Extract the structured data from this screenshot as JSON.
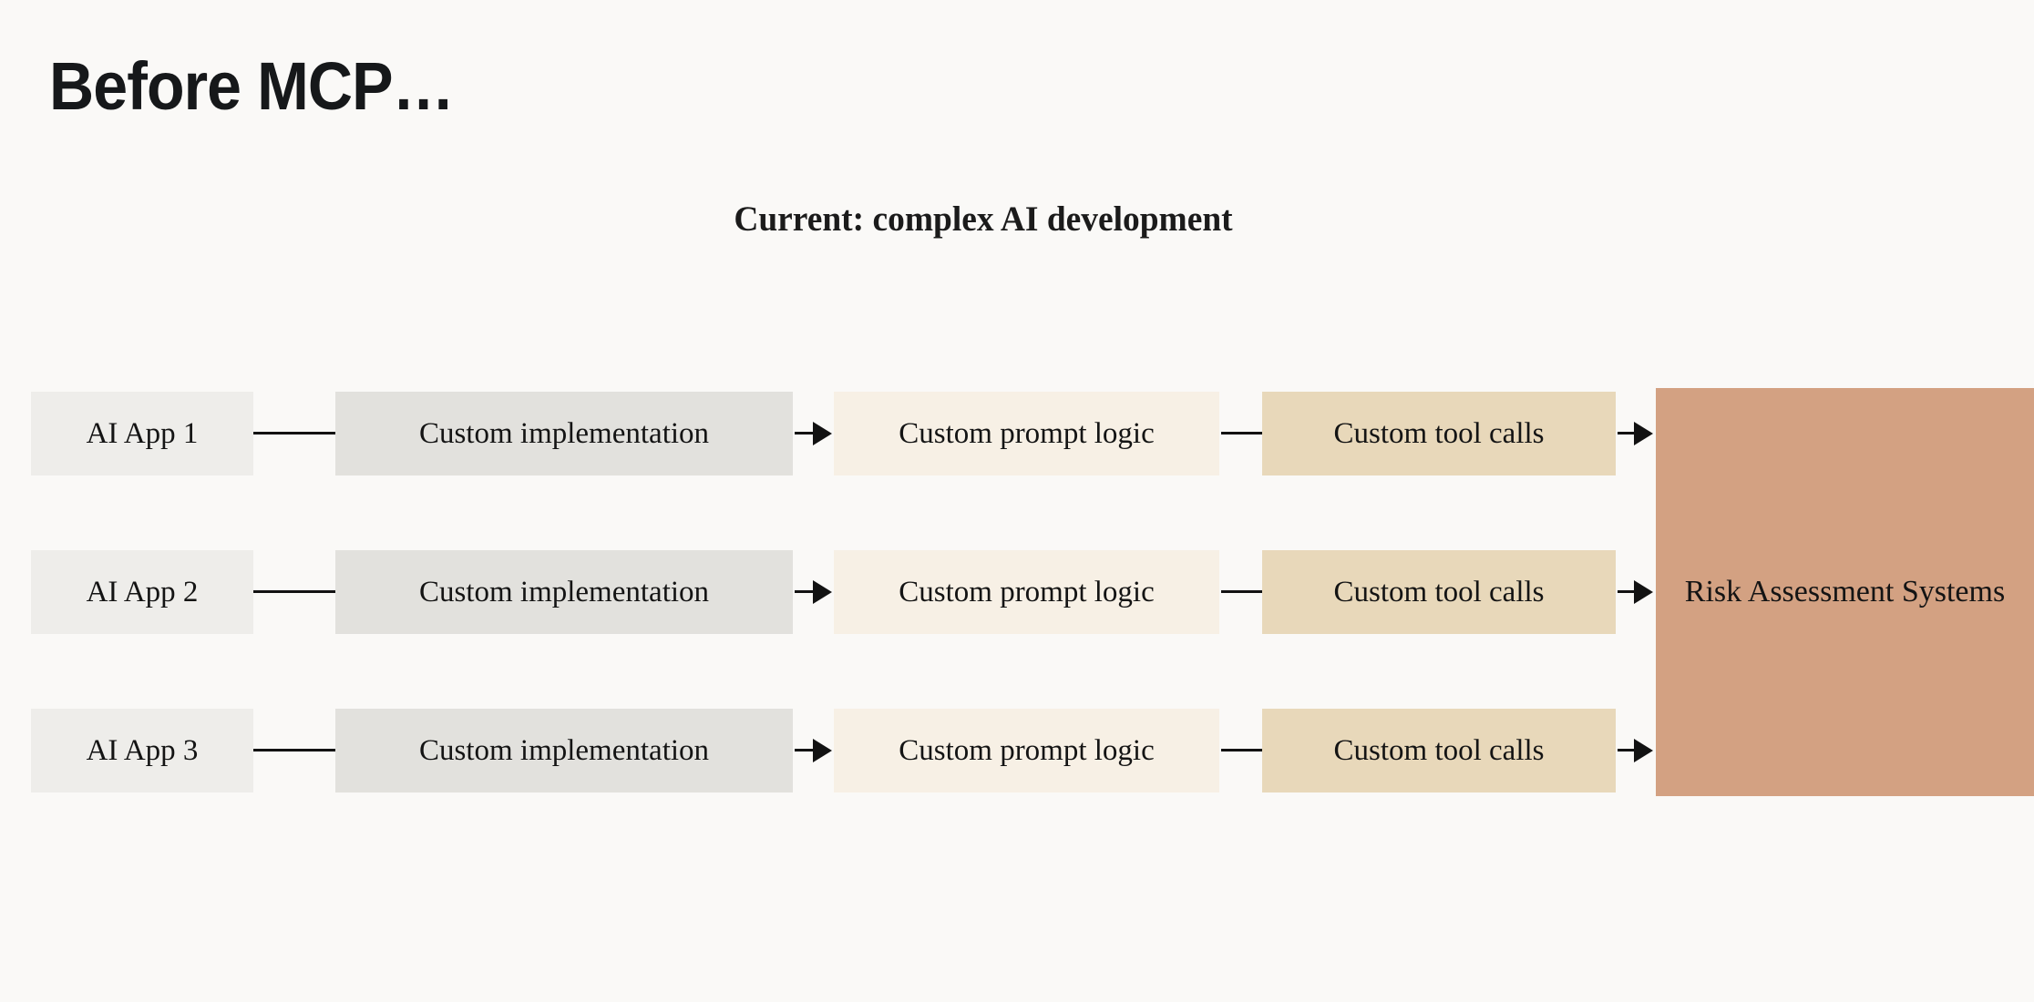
{
  "slide": {
    "title": "Before MCP…",
    "background_color": "#faf9f7"
  },
  "diagram": {
    "subtitle": "Current: complex AI development",
    "type": "flow-diagram",
    "colors": {
      "app": "#eeedea",
      "implementation": "#e2e1dd",
      "prompt": "#f7f0e5",
      "tool": "#e8d8ba",
      "sink": "#d3a182",
      "connector": "#121212",
      "text": "#141414"
    },
    "rows": [
      {
        "app": "AI App 1",
        "implementation": "Custom implementation",
        "prompt": "Custom prompt logic",
        "tool": "Custom tool calls"
      },
      {
        "app": "AI App 2",
        "implementation": "Custom implementation",
        "prompt": "Custom prompt logic",
        "tool": "Custom tool calls"
      },
      {
        "app": "AI App 3",
        "implementation": "Custom implementation",
        "prompt": "Custom prompt logic",
        "tool": "Custom tool calls"
      }
    ],
    "sink": {
      "label": "Risk Assessment Systems"
    }
  }
}
